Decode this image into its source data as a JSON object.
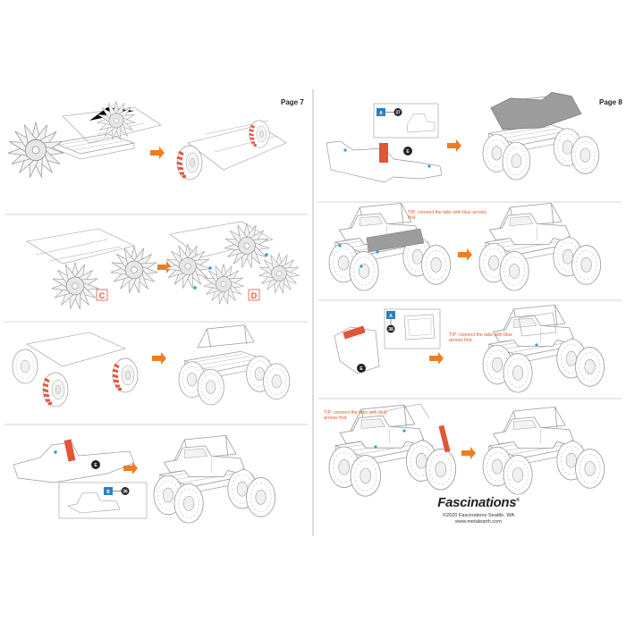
{
  "pages": {
    "left_label": "Page 7",
    "right_label": "Page 8"
  },
  "callouts": {
    "part_c": "C",
    "part_d": "D",
    "part_e_1": "E",
    "part_e_2": "E",
    "part_e_3": "E",
    "part_b": "B",
    "part_b_num": "36",
    "part_a_1": "A",
    "part_a_1_num": "37",
    "part_a_2": "A",
    "part_a_2_num": "38"
  },
  "tips": {
    "tip_1": "TIP: connect the tabs with blue arrows first.",
    "tip_2": "TIP: connect the tabs with blue arrows first.",
    "tip_3": "TIP: connect the tabs with blue arrows first."
  },
  "footer": {
    "brand": "Fascinations",
    "copyright": "©2020 Fascinations Seattle, WA",
    "website": "www.metalearth.com"
  },
  "colors": {
    "accent_orange": "#f07c1e",
    "part_red": "#e2553a",
    "connector_blue": "#2a9fd6",
    "line_gray": "#9a9a9a",
    "divider": "#888888"
  }
}
